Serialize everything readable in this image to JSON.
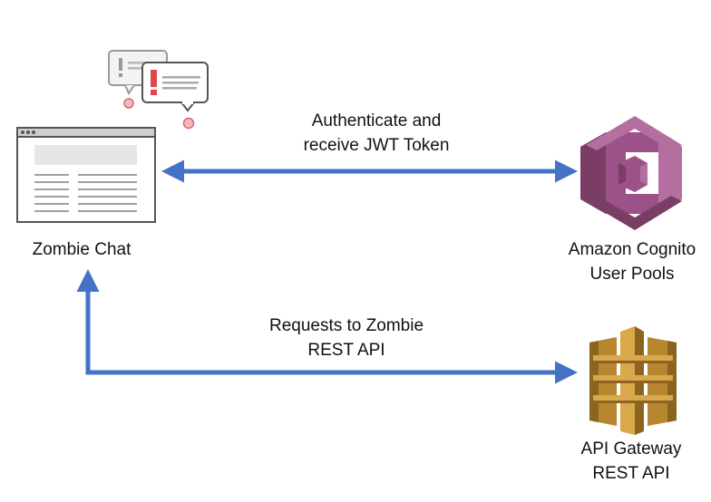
{
  "nodes": {
    "zombie_chat": {
      "label": "Zombie Chat"
    },
    "cognito": {
      "line1": "Amazon Cognito",
      "line2": "User Pools"
    },
    "api_gateway": {
      "line1": "API Gateway",
      "line2": "REST API"
    }
  },
  "edges": {
    "auth": {
      "line1": "Authenticate and",
      "line2": "receive JWT Token"
    },
    "requests": {
      "line1": "Requests to Zombie",
      "line2": "REST API"
    }
  },
  "colors": {
    "arrow": "#4472c4",
    "cognito_dark": "#7a3e64",
    "cognito_mid": "#9c5288",
    "cognito_light": "#b46ea0",
    "apigw_dark": "#8b6420",
    "apigw_mid": "#b8862e",
    "apigw_light": "#d9a84a",
    "alert": "#e0474c",
    "browser_stroke": "#555555"
  },
  "icons": {
    "zombie_chat": "browser-window-icon",
    "notifications": "chat-alert-bubbles-icon",
    "cognito": "amazon-cognito-icon",
    "api_gateway": "api-gateway-icon"
  }
}
